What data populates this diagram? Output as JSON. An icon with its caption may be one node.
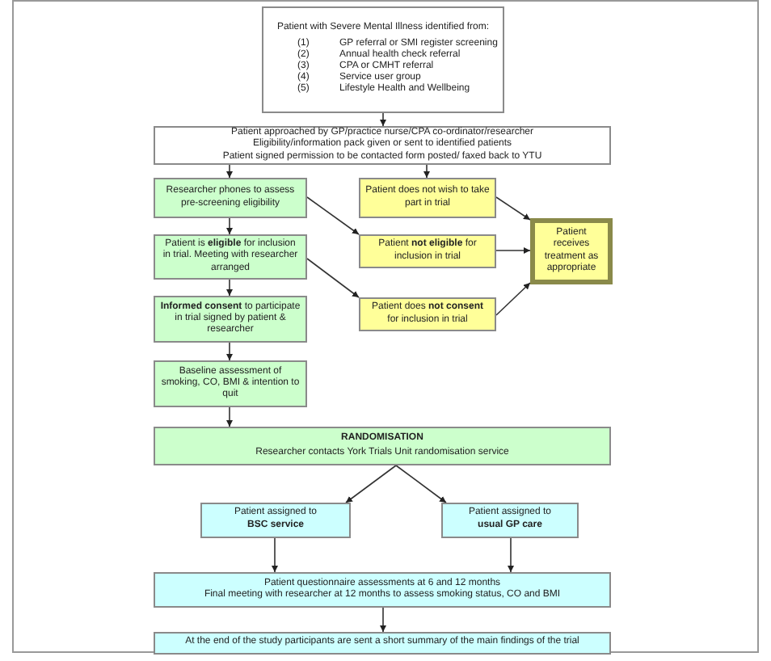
{
  "diagram": {
    "nodes": [
      {
        "text": [
          "Patient with Severe Mental Illness identified from:",
          "(1)",
          "GP referral or SMI register screening",
          "(2)",
          "Annual health check referral",
          "(3)",
          "CPA or CMHT referral",
          "(4)",
          "Service user group",
          "(5)",
          "Lifestyle Health and Wellbeing"
        ]
      },
      {
        "text": [
          "Patient approached by GP/practice nurse/CPA co-ordinator/researcher",
          "Eligibility/information pack given or sent to identified patients",
          "Patient signed permission to be contacted form posted/ faxed back to YTU"
        ]
      },
      {
        "text": [
          "Researcher phones to assess pre-screening eligibility"
        ]
      },
      {
        "text": [
          "Patient does not wish to take part in trial"
        ]
      },
      {
        "text": [
          "Patient is **eligible** for inclusion in trial. Meeting with researcher arranged"
        ]
      },
      {
        "text": [
          "Patient **not eligible** for inclusion in trial"
        ]
      },
      {
        "text": [
          "Patient receives treatment as appropriate"
        ]
      },
      {
        "text": [
          "**Informed consent** to participate in trial signed by patient & researcher"
        ]
      },
      {
        "text": [
          "Patient does **not consent** for inclusion in trial"
        ]
      },
      {
        "text": [
          "Baseline assessment of smoking, CO, BMI & intention to quit"
        ]
      },
      {
        "text": [
          "RANDOMISATION",
          "Researcher contacts York Trials Unit randomisation service"
        ]
      },
      {
        "text": [
          "Patient assigned to",
          "BSC service"
        ]
      },
      {
        "text": [
          "Patient assigned to",
          "usual GP care"
        ]
      },
      {
        "text": [
          "Patient questionnaire assessments at  6 and 12 months",
          "Final meeting with researcher at 12 months to assess smoking status, CO and BMI"
        ]
      },
      {
        "text": [
          "At the end of the study participants are sent a short summary of the main findings of the trial"
        ]
      }
    ],
    "edges": [
      {
        "from": 0,
        "to": 1,
        "arrow": "to"
      },
      {
        "from": 1,
        "to": 2,
        "arrow": "to"
      },
      {
        "from": 1,
        "to": 3,
        "arrow": "to"
      },
      {
        "from": 2,
        "to": 4,
        "arrow": "to"
      },
      {
        "from": 2,
        "to": 5,
        "arrow": "to"
      },
      {
        "from": 4,
        "to": 7,
        "arrow": "to"
      },
      {
        "from": 4,
        "to": 8,
        "arrow": "to"
      },
      {
        "from": 7,
        "to": 9,
        "arrow": "to"
      },
      {
        "from": 9,
        "to": 10,
        "arrow": "to"
      },
      {
        "from": 3,
        "to": 6,
        "arrow": "to"
      },
      {
        "from": 5,
        "to": 6,
        "arrow": "to"
      },
      {
        "from": 8,
        "to": 6,
        "arrow": "to"
      },
      {
        "from": 10,
        "to": 11,
        "arrow": "to"
      },
      {
        "from": 10,
        "to": 12,
        "arrow": "to"
      },
      {
        "from": 11,
        "to": 13,
        "arrow": "to"
      },
      {
        "from": 12,
        "to": 13,
        "arrow": "to"
      },
      {
        "from": 13,
        "to": 14,
        "arrow": "to"
      }
    ]
  }
}
